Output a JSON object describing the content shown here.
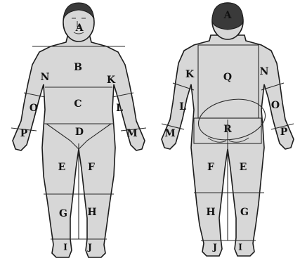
{
  "diagram": {
    "front_labels": {
      "head": "A",
      "chest": "B",
      "abdomen": "C",
      "pelvis": "D",
      "thigh_right": "E",
      "thigh_left": "F",
      "leg_right": "G",
      "leg_left": "H",
      "foot_right": "I",
      "foot_left": "J",
      "armpit_left": "K",
      "forearm_left": "L",
      "hand_left": "M",
      "shoulder_right": "N",
      "forearm_right": "O",
      "hand_right": "P"
    },
    "back_labels": {
      "head": "A",
      "upper_back": "Q",
      "buttocks": "R",
      "thigh_left": "F",
      "thigh_right": "E",
      "leg_left": "H",
      "leg_right": "G",
      "foot_left": "J",
      "foot_right": "I",
      "arm_left": "K",
      "forearm_left": "L",
      "hand_left": "M",
      "arm_right": "N",
      "forearm_right": "O",
      "hand_right": "P"
    }
  }
}
